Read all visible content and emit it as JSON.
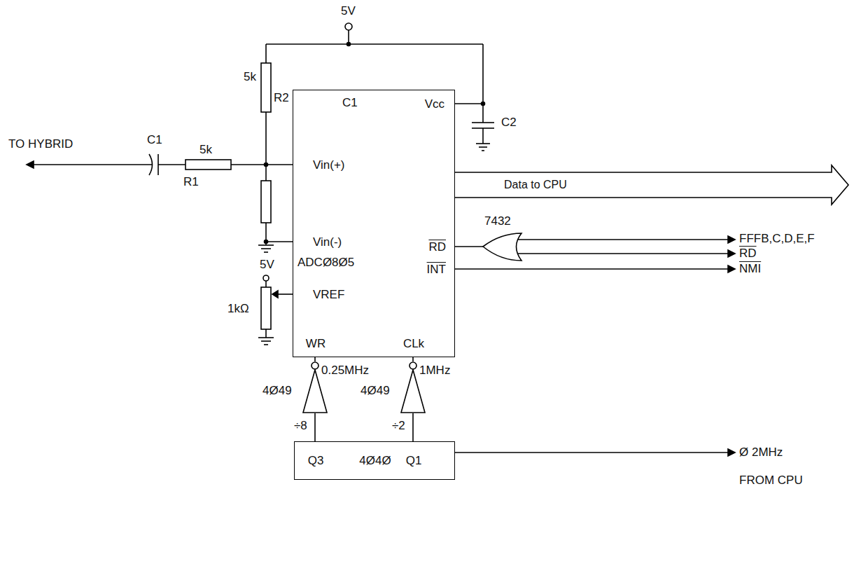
{
  "diagram": {
    "nodes": [
      {
        "text": [
          "C1",
          "Vcc",
          "Vin(+)",
          "Vin(-)",
          "ADCØ8Ø5",
          "RD",
          "INT",
          "VREF",
          "WR",
          "CLk"
        ]
      },
      {
        "text": [
          "4Ø49"
        ]
      },
      {
        "text": [
          "4Ø49"
        ]
      },
      {
        "text": [
          "Q3",
          "4Ø4Ø",
          "Q1"
        ]
      }
    ],
    "edges": [
      {
        "from": 3,
        "to": 1,
        "arrow": "none",
        "label": "÷8"
      },
      {
        "from": 1,
        "to": 0,
        "arrow": "none",
        "label": "0.25MHz"
      },
      {
        "from": 3,
        "to": 2,
        "arrow": "none",
        "label": "÷2"
      },
      {
        "from": 2,
        "to": 0,
        "arrow": "none",
        "label": "1MHz"
      }
    ],
    "labels": [
      "5V",
      "TO HYBRID",
      "C1",
      "5k",
      "R1",
      "5k",
      "R2",
      "C2",
      "Data to CPU",
      "7432",
      "FFFB,C,D,E,F",
      "RD",
      "NMI",
      "5V",
      "1kΩ",
      "Ø 2MHz",
      "FROM CPU"
    ]
  }
}
